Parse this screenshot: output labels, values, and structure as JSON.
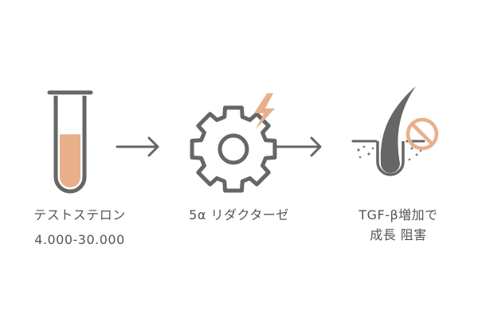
{
  "steps": [
    {
      "icon": "test-tube-icon",
      "lines": [
        "テストステロン",
        "4.000-30.000"
      ]
    },
    {
      "icon": "gear-lightning-icon",
      "lines": [
        "5α リダクターゼ"
      ]
    },
    {
      "icon": "hair-follicle-blocked-icon",
      "lines": [
        "TGF-β増加で",
        "成長 阻害"
      ]
    }
  ],
  "colors": {
    "stroke": "#666666",
    "accent": "#E8B08A",
    "text": "#555555"
  },
  "liquid_level": 0.6
}
